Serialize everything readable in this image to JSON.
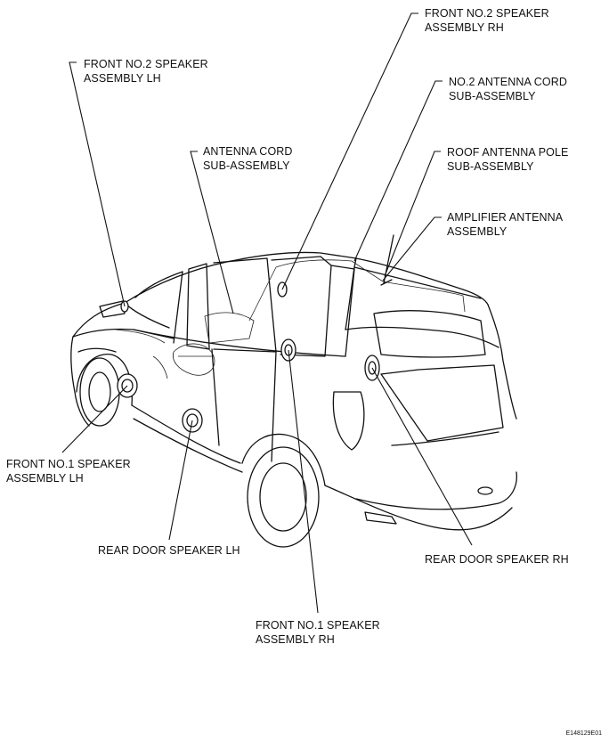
{
  "labels": {
    "front_no2_rh": [
      "FRONT NO.2 SPEAKER",
      "ASSEMBLY RH"
    ],
    "front_no2_lh": [
      "FRONT NO.2 SPEAKER",
      "ASSEMBLY LH"
    ],
    "no2_antenna_cord": [
      "NO.2 ANTENNA CORD",
      "SUB-ASSEMBLY"
    ],
    "antenna_cord": [
      "ANTENNA CORD",
      "SUB-ASSEMBLY"
    ],
    "roof_antenna_pole": [
      "ROOF ANTENNA POLE",
      "SUB-ASSEMBLY"
    ],
    "amplifier_antenna": [
      "AMPLIFIER ANTENNA",
      "ASSEMBLY"
    ],
    "front_no1_lh": [
      "FRONT NO.1 SPEAKER",
      "ASSEMBLY LH"
    ],
    "rear_door_lh": [
      "REAR DOOR SPEAKER LH"
    ],
    "rear_door_rh": [
      "REAR DOOR SPEAKER RH"
    ],
    "front_no1_rh": [
      "FRONT NO.1 SPEAKER",
      "ASSEMBLY RH"
    ]
  },
  "figure_code": "E148129E01"
}
